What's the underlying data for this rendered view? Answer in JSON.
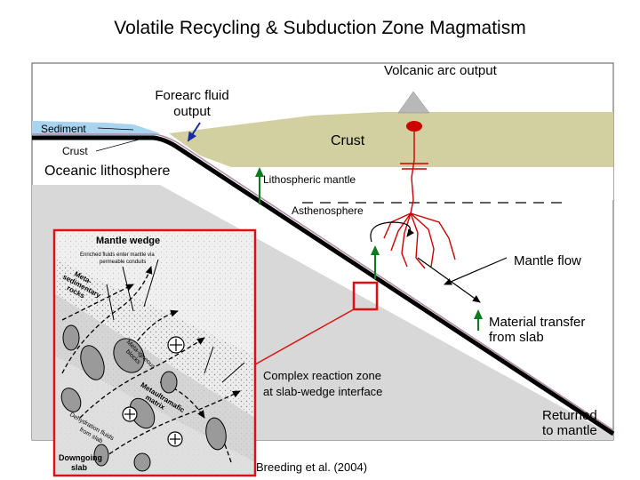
{
  "title": "Volatile Recycling & Subduction Zone Magmatism",
  "labels": {
    "volcanic_arc": "Volcanic arc output",
    "forearc_line1": "Forearc fluid",
    "forearc_line2": "output",
    "sediment": "Sediment",
    "crust_left": "Crust",
    "oceanic_lithosphere": "Oceanic lithosphere",
    "crust_right": "Crust",
    "lithospheric_mantle": "Lithospheric mantle",
    "asthenosphere": "Asthenosphere",
    "mantle_flow": "Mantle flow",
    "material_line1": "Material transfer",
    "material_line2": "from slab",
    "returned_line1": "Returned",
    "returned_line2": "to mantle",
    "reaction_line1": "Complex reaction zone",
    "reaction_line2": "at slab-wedge interface",
    "citation": "Breeding et al. (2004)"
  },
  "inset": {
    "title": "Mantle wedge",
    "subtitle_line1": "Enriched fluids enter mantle via",
    "subtitle_line2": "permeable conduits",
    "meta_sed_1": "Meta-",
    "meta_sed_2": "sedimentary",
    "meta_sed_3": "rocks",
    "meta_ig_1": "Meta-igneous",
    "meta_ig_2": "blocks",
    "metaultra_1": "Metaultramafic",
    "metaultra_2": "matrix",
    "dehyd_1": "Dehydration fluids",
    "dehyd_2": "from slab",
    "downgoing_1": "Downgoing",
    "downgoing_2": "slab"
  },
  "colors": {
    "sediment": "#a9d3ee",
    "crust": "#d2d0a0",
    "mantle": "#d8d8d8",
    "slab": "#000000",
    "magma": "#cc0000",
    "arrow_blue": "#1a2aa0",
    "arrow_green": "#0a7a1a",
    "inset_border": "#e01010"
  }
}
